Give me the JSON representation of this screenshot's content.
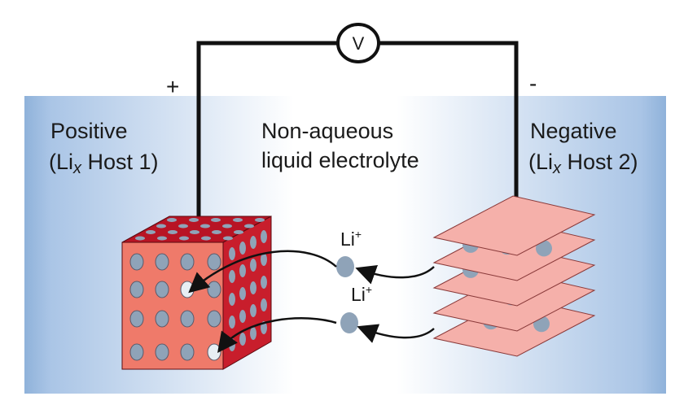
{
  "labels": {
    "positive_line1": "Positive",
    "positive_line2_pre": "(Li",
    "positive_sub": "x",
    "positive_line2_post": " Host 1)",
    "middle_line1": "Non-aqueous",
    "middle_line2": "liquid electrolyte",
    "negative_line1": "Negative",
    "negative_line2_pre": "(Li",
    "negative_sub": "x",
    "negative_line2_post": " Host 2)",
    "plus_sign": "+",
    "minus_sign": "-",
    "voltmeter": "V",
    "ion_1_base": "Li",
    "ion_1_sup": "+",
    "ion_2_base": "Li",
    "ion_2_sup": "+"
  },
  "colors": {
    "electrolyte_light": "#ffffff",
    "electrolyte_dark": "#9fbfe2",
    "cube_front": "#ef7a6a",
    "cube_side": "#c81e2c",
    "cube_top": "#b81424",
    "sheet_fill": "#f5b0aa",
    "li_ion": "#8fa3b8",
    "li_ion_vacant": "#e8eef4",
    "wire": "#111111"
  }
}
